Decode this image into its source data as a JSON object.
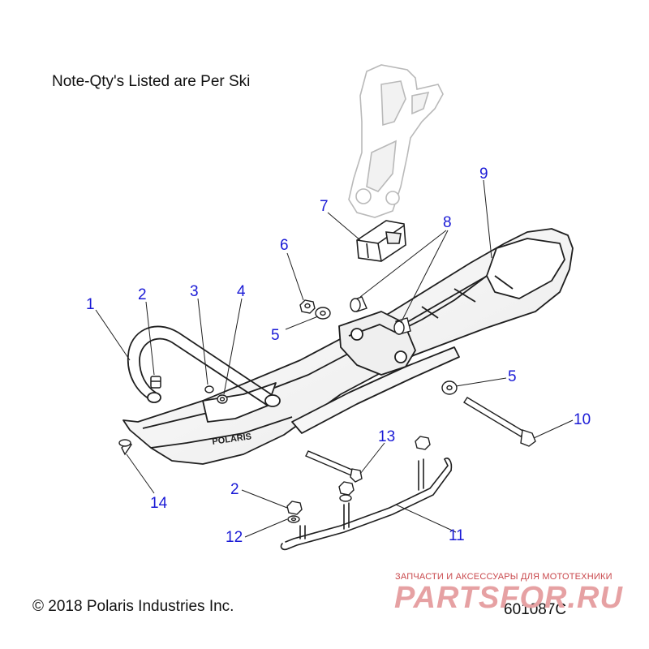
{
  "note": "Note-Qty's Listed are Per Ski",
  "copyright": "© 2018 Polaris Industries Inc.",
  "figure_number": "601087C",
  "watermark": {
    "tagline": "ЗАПЧАСТИ И АКСЕССУАРЫ ДЛЯ МОТОТЕХНИКИ",
    "logo_text": "PARTSFOR.RU"
  },
  "ski_marking": "POLARIS",
  "callouts": [
    {
      "id": "c1",
      "label": "1"
    },
    {
      "id": "c2a",
      "label": "2"
    },
    {
      "id": "c3",
      "label": "3"
    },
    {
      "id": "c4",
      "label": "4"
    },
    {
      "id": "c5a",
      "label": "5"
    },
    {
      "id": "c6",
      "label": "6"
    },
    {
      "id": "c7",
      "label": "7"
    },
    {
      "id": "c8",
      "label": "8"
    },
    {
      "id": "c9",
      "label": "9"
    },
    {
      "id": "c5b",
      "label": "5"
    },
    {
      "id": "c10",
      "label": "10"
    },
    {
      "id": "c13",
      "label": "13"
    },
    {
      "id": "c2b",
      "label": "2"
    },
    {
      "id": "c12",
      "label": "12"
    },
    {
      "id": "c11",
      "label": "11"
    },
    {
      "id": "c14",
      "label": "14"
    }
  ],
  "colors": {
    "callout": "#1a1ad6",
    "line": "#1f1f1f",
    "ghost_part": "#b9b9b9",
    "watermark": "#c9484c"
  }
}
